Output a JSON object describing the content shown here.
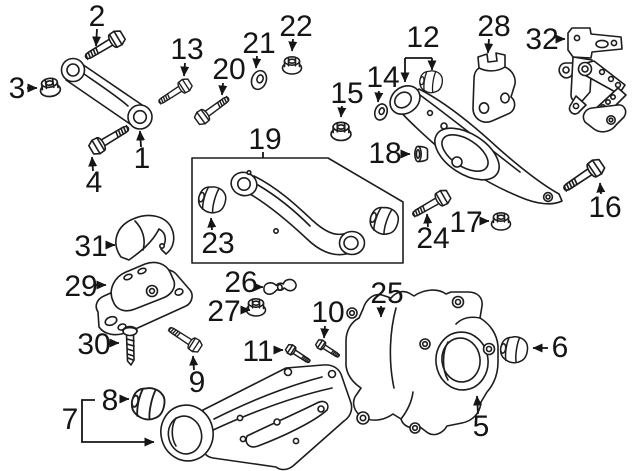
{
  "diagram": {
    "description": "Exploded rear suspension parts diagram with numbered callouts",
    "colors": {
      "background": "#ffffff",
      "line_art": "#1d1d1d",
      "label_text": "#151515"
    },
    "callouts": [
      "1",
      "2",
      "3",
      "4",
      "5",
      "6",
      "7",
      "8",
      "9",
      "10",
      "11",
      "12",
      "13",
      "14",
      "15",
      "16",
      "17",
      "18",
      "19",
      "20",
      "21",
      "22",
      "23",
      "24",
      "25",
      "26",
      "27",
      "28",
      "29",
      "30",
      "31",
      "32"
    ]
  }
}
